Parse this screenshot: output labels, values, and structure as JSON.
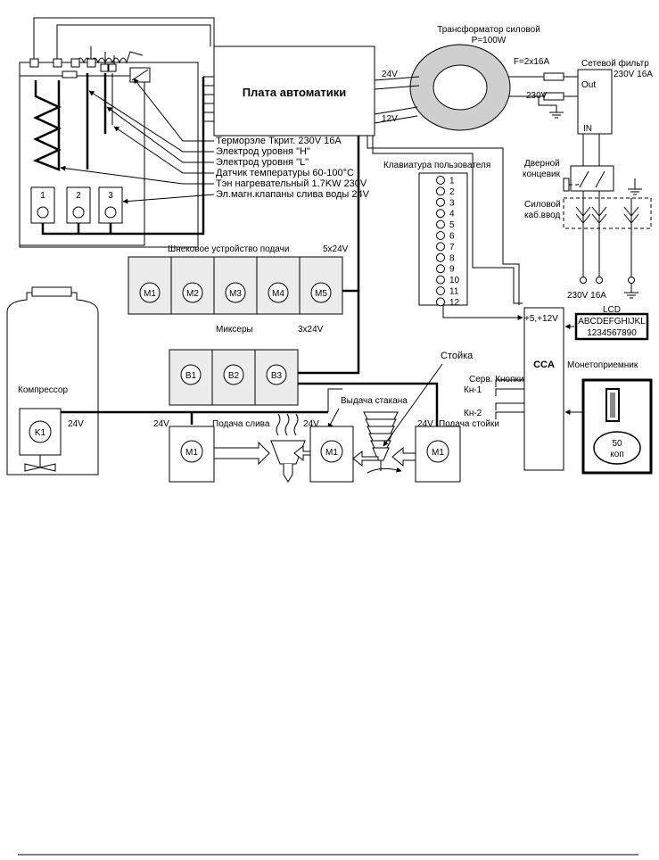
{
  "automation_board": {
    "title": "Плата автоматики",
    "v24": "24V",
    "v12": "12V"
  },
  "transformer": {
    "title": "Трансформатор силовой",
    "power": "P=100W"
  },
  "fuse": {
    "label": "F=2x16A",
    "v230": "230V"
  },
  "net_filter": {
    "title": "Сетевой фильтр",
    "rating": "230V 16A",
    "out": "Out",
    "in": "IN"
  },
  "door_switch": {
    "label_line1": "Дверной",
    "label_line2": "концевик"
  },
  "power_input": {
    "label_line1": "Силовой",
    "label_line2": "каб.ввод",
    "rating": "230V 16A"
  },
  "boiler_callouts": [
    "Терморэле Ткрит. 230V 16A",
    "Электрод уровня \"H\"",
    "Электрод уровня \"L\"",
    "Датчик температуры 60-100°C",
    "Тэн нагревательный 1.7KW 230V",
    "Эл.магн.клапаны слива воды 24V"
  ],
  "valves": [
    "1",
    "2",
    "3"
  ],
  "keyboard": {
    "title": "Клавиатура пользователя",
    "keys": [
      "1",
      "2",
      "3",
      "4",
      "5",
      "6",
      "7",
      "8",
      "9",
      "10",
      "11",
      "12"
    ]
  },
  "auger": {
    "title": "Шнековое устройство подачи",
    "voltage": "5x24V",
    "motors": [
      "M1",
      "M2",
      "M3",
      "M4",
      "M5"
    ]
  },
  "mixers": {
    "title": "Миксеры",
    "voltage": "3x24V",
    "items": [
      "B1",
      "B2",
      "B3"
    ]
  },
  "compressor": {
    "title": "Компрессор",
    "motor": "K1",
    "voltage": "24V"
  },
  "cca": {
    "title": "CCA",
    "power": "+5,+12V",
    "service_buttons": "Серв. Кнопки",
    "kn1": "Кн-1",
    "kn2": "Кн-2"
  },
  "lcd": {
    "title": "LCD",
    "line1": "ABCDEFGHIJKL",
    "line2": "1234567890"
  },
  "coin_acceptor": {
    "title": "Монетоприемник",
    "value": "50",
    "unit": "коп"
  },
  "cup_dispenser": {
    "title": "Выдача стакана",
    "motor": "M1",
    "voltage": "24V"
  },
  "drain_feed": {
    "title": "Подача слива",
    "motor": "M1",
    "voltage": "24V"
  },
  "stand": {
    "title": "Стойка"
  },
  "stand_feed": {
    "title": "Подача стойки",
    "motor": "M1",
    "voltage": "24V"
  }
}
